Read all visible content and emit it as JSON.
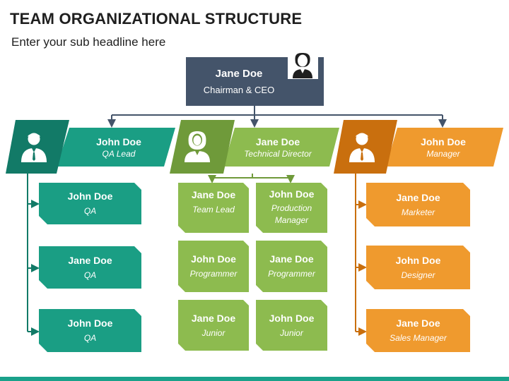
{
  "title": "TEAM ORGANIZATIONAL STRUCTURE",
  "subtitle": "Enter your sub headline here",
  "colors": {
    "ceo": "#44546a",
    "teal_header": "#127a67",
    "teal_box": "#1a9e84",
    "green_header": "#6f9a3a",
    "green_box": "#8dbb4f",
    "orange_header": "#c96f0e",
    "orange_box": "#ef9a2e"
  },
  "ceo": {
    "name": "Jane Doe",
    "role": "Chairman & CEO",
    "icon": "female-user-icon"
  },
  "departments": [
    {
      "name": "John Doe",
      "role": "QA Lead",
      "icon": "male-user-icon",
      "members": [
        {
          "name": "John Doe",
          "role": "QA"
        },
        {
          "name": "Jane Doe",
          "role": "QA"
        },
        {
          "name": "John Doe",
          "role": "QA"
        }
      ]
    },
    {
      "name": "Jane Doe",
      "role": "Technical Director",
      "icon": "female-user-icon",
      "members_left": [
        {
          "name": "Jane Doe",
          "role": "Team Lead"
        },
        {
          "name": "John Doe",
          "role": "Programmer"
        },
        {
          "name": "Jane Doe",
          "role": "Junior"
        }
      ],
      "members_right": [
        {
          "name": "John Doe",
          "role": "Production Manager"
        },
        {
          "name": "Jane Doe",
          "role": "Programmer"
        },
        {
          "name": "John Doe",
          "role": "Junior"
        }
      ]
    },
    {
      "name": "John Doe",
      "role": "Manager",
      "icon": "male-user-icon",
      "members": [
        {
          "name": "Jane Doe",
          "role": "Marketer"
        },
        {
          "name": "John Doe",
          "role": "Designer"
        },
        {
          "name": "Jane Doe",
          "role": "Sales Manager"
        }
      ]
    }
  ]
}
